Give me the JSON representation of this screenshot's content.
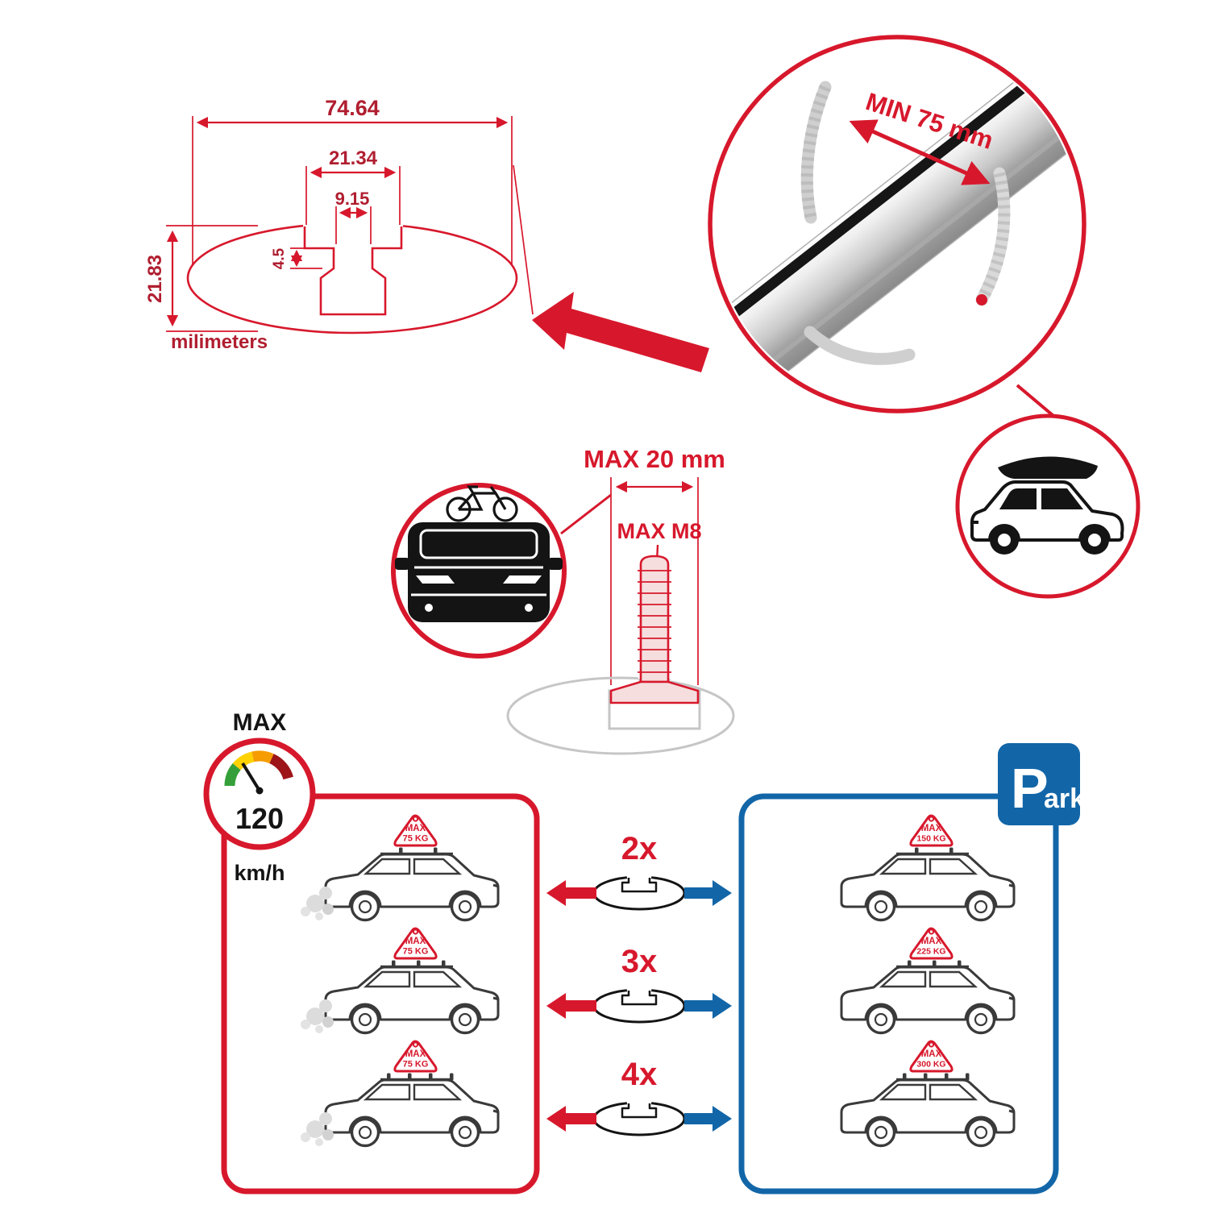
{
  "colors": {
    "accent_red": "#d7182c",
    "accent_blue": "#1266a8",
    "dark_text": "#141414",
    "ghost_gray": "#c6c6c6"
  },
  "dimension_diagram": {
    "total_width": "74.64",
    "slot_outer_width": "21.34",
    "slot_inner_width": "9.15",
    "step_depth": "4.5",
    "total_height": "21.83",
    "units_label": "milimeters"
  },
  "bar_detail": {
    "min_span_label": "MIN 75 mm"
  },
  "bolt_detail": {
    "max_width_label": "MAX 20 mm",
    "max_thread_label": "MAX M8"
  },
  "speed_gauge": {
    "title": "MAX",
    "value": "120",
    "units": "km/h"
  },
  "driving_panel": {
    "cars": [
      {
        "sign_title": "MAX",
        "sign_weight": "75 KG",
        "bars": 2
      },
      {
        "sign_title": "MAX",
        "sign_weight": "75 KG",
        "bars": 3
      },
      {
        "sign_title": "MAX",
        "sign_weight": "75 KG",
        "bars": 4
      }
    ]
  },
  "bar_counts": [
    {
      "label": "2x"
    },
    {
      "label": "3x"
    },
    {
      "label": "4x"
    }
  ],
  "parking_panel": {
    "sign_p": "P",
    "sign_rest": "ark",
    "cars": [
      {
        "sign_title": "MAX",
        "sign_weight": "150 KG",
        "bars": 2
      },
      {
        "sign_title": "MAX",
        "sign_weight": "225 KG",
        "bars": 3
      },
      {
        "sign_title": "MAX",
        "sign_weight": "300 KG",
        "bars": 4
      }
    ]
  }
}
